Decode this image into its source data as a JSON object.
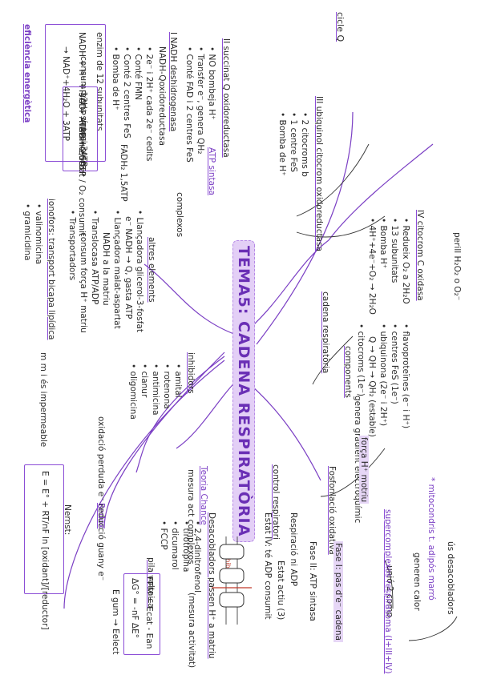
{
  "title": "TEMA5: CADENA RESPIRATÒRIA",
  "top": {
    "cicle": "cicle Q",
    "ubiq": "III ubiquinol citocrom oxidoreductasa",
    "ubiq_items": [
      "• 2 citocroms b",
      "• 1 centre FeS",
      "• Bomba de H⁺"
    ],
    "succ": "II succinat Q oxidoreductasa",
    "succ_items": [
      "• NO bombeja H⁺",
      "• Transfer e⁻, genera QH₂",
      "• Conté FAD i 2 centres FeS"
    ],
    "nadh": "I NADH deshidrogenasa",
    "nadh_sub": "NADH-Qoxidoreductasa",
    "nadh_items": [
      "• 2e⁻ i 2H⁺ cada 2e⁻ cedits",
      "• Conté FMN",
      "• Conté 2 centres FeS",
      "• Bomba de H⁺"
    ],
    "enzim": "enzim de 12 subunitats",
    "consum": "consum 12H⁺ síntesi 3ATP",
    "nadh_atp": "NADH 2,5ATP",
    "fadh": "FADH₂ 1,5ATP",
    "atp_sint": "ATP sintasa",
    "complexos": "complexos",
    "eq1": "NADH + H⁺ + 3ADP + 3Pᵢ + ½O₂",
    "eq2": "→ NAD⁺+4H₂O + 3ATP",
    "po": "P/O = ATP sintetitzat / O₂ consumit",
    "eficiencia": "eficiència energètica"
  },
  "left": {
    "ionofors": "ionofors: transport bicapa lipídica",
    "ion_items": [
      "• valinomicina",
      "• gramicidina"
    ],
    "altres": "altres elements",
    "altres_items": [
      "• Llançadora glicerol-3-fosfat",
      "e⁻ NADH → Q, gasta ATP",
      "• Llançadora malat-aspartat",
      "NADH a la matriu",
      "• Translocasa ATP/ADP",
      "consum força H⁺ matriu",
      "• Transportadors"
    ],
    "mmi": "m m i és impermeable",
    "inhib": "inhibidors",
    "inhib_items": [
      "• amital",
      "• rotenona",
      "• antimicina",
      "• cianur",
      "• oligomicina"
    ],
    "redox": "Redox",
    "redox_note": "oxidació perduda e⁻ reducció guany e⁻",
    "nernst": "Nernst:",
    "nernst_eq": "E = E° + RT/nF ln [oxidant]/[reductor]",
    "fem": "FEM = Ecat - Ean",
    "dg": "ΔG° = -nF ΔE°",
    "teoria": "Teoria Chance",
    "teoria_sub": "mesura act complexos",
    "control": "control respiratori",
    "control_items": [
      "Estat IV: té ADP consumit",
      "Respiració ni ADP",
      "Estat actiu (3)"
    ],
    "inhibidor": "inhibidor",
    "desacob": "Desacobladors passen H⁺ a matriu",
    "desacob_items": [
      "• 2,4-dinitrofenol",
      "• tirotropina",
      "• dicumarol",
      "• FCCP"
    ],
    "mesura": "(mesura activitat)",
    "pila": "pila voltaica",
    "egum": "E gum → Eelect"
  },
  "right": {
    "cadena": "cadena respiratòria",
    "peroxid": "perill H₂O₂ o O₂⁻",
    "iv": "IV citocrom C oxidasa",
    "iv_items": [
      "• Redueix O₂ a 2H₂O",
      "• 13 subunitats",
      "• Bomba H⁺",
      "• 4H⁺+4e⁻+O₂ → 2H₂O"
    ],
    "flavo": [
      "• flavoproteïnes (e⁻ i H⁺)",
      "• centres FeS (1e⁻)",
      "• ubiquinona (2e⁻ i 2H⁺)",
      "Q → QH → QH₂ (estable)",
      "• citocroms (1e⁻)"
    ],
    "components": "components",
    "gradient": "genera gradient electroquímic",
    "forca": "força H⁺ motriu",
    "mito": "* mitocondris t. adipós marró",
    "calor": "generen calor",
    "desacob2": "ús desacobladors",
    "ucp": "unió 2 comp",
    "super": "supercomplexos respirasoma (I+III+IV)",
    "fosfo": "Fosforilació oxidativa",
    "fase1": "Fase I: pas d'e⁻ cadena",
    "fase2": "Fase II: ATP sintasa"
  }
}
